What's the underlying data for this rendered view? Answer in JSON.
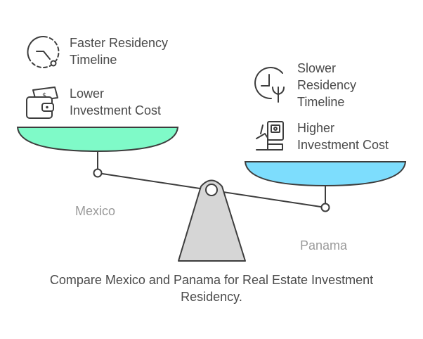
{
  "left_side": {
    "country": "Mexico",
    "items": [
      {
        "line1": "Faster Residency",
        "line2": "Timeline",
        "icon": "timer-icon"
      },
      {
        "line1": "Lower",
        "line2": "Investment Cost",
        "icon": "wallet-icon"
      }
    ],
    "pan_color": "#7FFAC8"
  },
  "right_side": {
    "country": "Panama",
    "items": [
      {
        "line1": "Slower",
        "line2": "Residency",
        "line3": "Timeline",
        "icon": "clock-plant-icon"
      },
      {
        "line1": "Higher",
        "line2": "Investment Cost",
        "icon": "hand-money-icon"
      }
    ],
    "pan_color": "#7DDDFD"
  },
  "caption": {
    "line1": "Compare Mexico and Panama for Real Estate Investment",
    "line2": "Residency."
  },
  "colors": {
    "stroke": "#3d3d3d",
    "fulcrum": "#d6d6d6",
    "text": "#4a4a4a",
    "muted": "#9a9a9a"
  }
}
